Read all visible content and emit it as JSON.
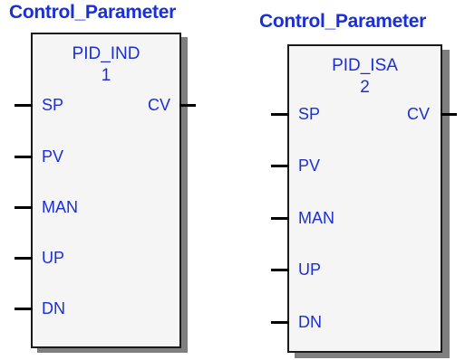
{
  "blocks": [
    {
      "title": "Control_Parameter",
      "function": "PID_IND",
      "instance": "1",
      "inputs": [
        "SP",
        "PV",
        "MAN",
        "UP",
        "DN"
      ],
      "output": "CV"
    },
    {
      "title": "Control_Parameter",
      "function": "PID_ISA",
      "instance": "2",
      "inputs": [
        "SP",
        "PV",
        "MAN",
        "UP",
        "DN"
      ],
      "output": "CV"
    }
  ],
  "colors": {
    "text": "#1a2fd6",
    "border": "#1a1a1a",
    "fill": "#f5f5f5",
    "shadow": "#7f7f7f"
  }
}
